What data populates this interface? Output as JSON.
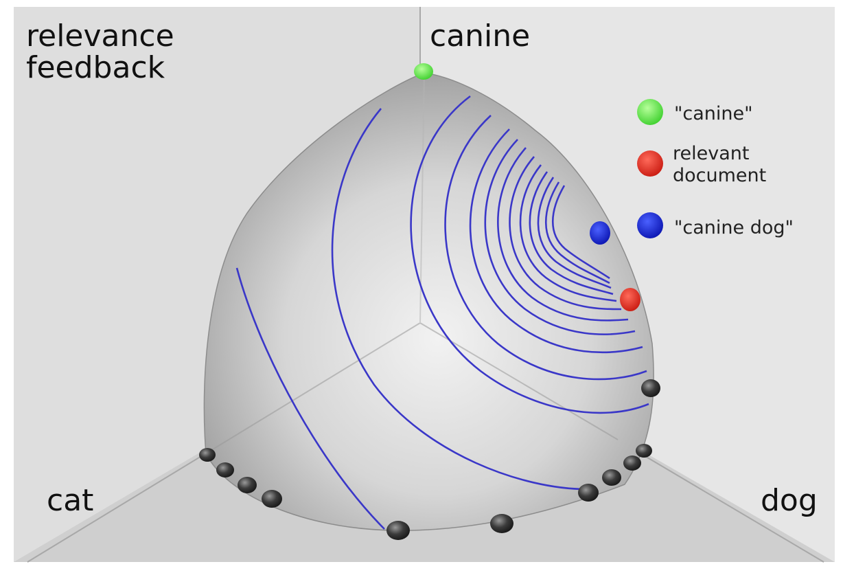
{
  "title": [
    "relevance",
    "feedback"
  ],
  "axes": {
    "up": "canine",
    "left": "cat",
    "right": "dog"
  },
  "legend": [
    {
      "label": [
        "\"canine\""
      ],
      "color": "#5ee04a",
      "icon": "green-dot"
    },
    {
      "label": [
        "relevant",
        "document"
      ],
      "color": "#e02a1e",
      "icon": "red-dot"
    },
    {
      "label": [
        "\"canine dog\""
      ],
      "color": "#1224d6",
      "icon": "blue-dot"
    }
  ],
  "colors": {
    "contour": "#3a37c8",
    "sphere": "#c8c8c8",
    "document_marker": "#3a3a3a"
  }
}
